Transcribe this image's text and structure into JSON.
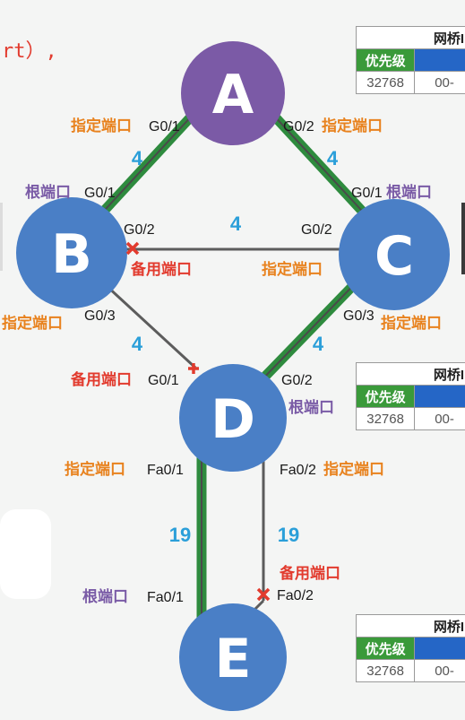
{
  "colors": {
    "node_fill": "#4a7fc6",
    "root_fill": "#7b5aa6",
    "active_link": "#2e8b3e",
    "inactive_link": "#5c5c5c",
    "designated": "#e8821e",
    "root_port": "#7a5ba6",
    "alternate": "#e23b2e",
    "cost": "#2b9fd9"
  },
  "top_left_fragment": "rt）,",
  "nodes": [
    {
      "id": "A",
      "label": "A",
      "role": "root-bridge"
    },
    {
      "id": "B",
      "label": "B"
    },
    {
      "id": "C",
      "label": "C"
    },
    {
      "id": "D",
      "label": "D"
    },
    {
      "id": "E",
      "label": "E"
    }
  ],
  "links": [
    {
      "from": "A",
      "to": "B",
      "cost": "4",
      "state": "forwarding"
    },
    {
      "from": "A",
      "to": "C",
      "cost": "4",
      "state": "forwarding"
    },
    {
      "from": "B",
      "to": "C",
      "cost": "4",
      "state": "blocked"
    },
    {
      "from": "B",
      "to": "D",
      "cost": "4",
      "state": "blocked"
    },
    {
      "from": "C",
      "to": "D",
      "cost": "4",
      "state": "forwarding"
    },
    {
      "from": "D",
      "to": "E",
      "port": "Fa0/1",
      "cost": "19",
      "state": "forwarding"
    },
    {
      "from": "D",
      "to": "E",
      "port": "Fa0/2",
      "cost": "19",
      "state": "blocked"
    }
  ],
  "ports": {
    "a_g01": {
      "port": "G0/1",
      "role": "指定端口"
    },
    "a_g02": {
      "port": "G0/2",
      "role": "指定端口"
    },
    "b_g01": {
      "port": "G0/1",
      "role": "根端口"
    },
    "b_g02": {
      "port": "G0/2",
      "role": "备用端口"
    },
    "b_g03": {
      "port": "G0/3",
      "role": "指定端口"
    },
    "c_g01": {
      "port": "G0/1",
      "role": "根端口"
    },
    "c_g02": {
      "port": "G0/2",
      "role": "指定端口"
    },
    "c_g03": {
      "port": "G0/3",
      "role": "指定端口"
    },
    "d_g01": {
      "port": "G0/1",
      "role": "备用端口"
    },
    "d_g02": {
      "port": "G0/2",
      "role": "根端口"
    },
    "d_fa01": {
      "port": "Fa0/1",
      "role": "指定端口"
    },
    "d_fa02": {
      "port": "Fa0/2",
      "role": "指定端口"
    },
    "e_fa01": {
      "port": "Fa0/1",
      "role": "根端口"
    },
    "e_fa02": {
      "port": "Fa0/2",
      "role": "备用端口"
    }
  },
  "tables": [
    {
      "title": "网桥I",
      "priority_header": "优先级",
      "priority": "32768",
      "mac": "00-"
    },
    {
      "title": "网桥I",
      "priority_header": "优先级",
      "priority": "32768",
      "mac": "00-"
    },
    {
      "title": "网桥I",
      "priority_header": "优先级",
      "priority": "32768",
      "mac": "00-"
    }
  ]
}
